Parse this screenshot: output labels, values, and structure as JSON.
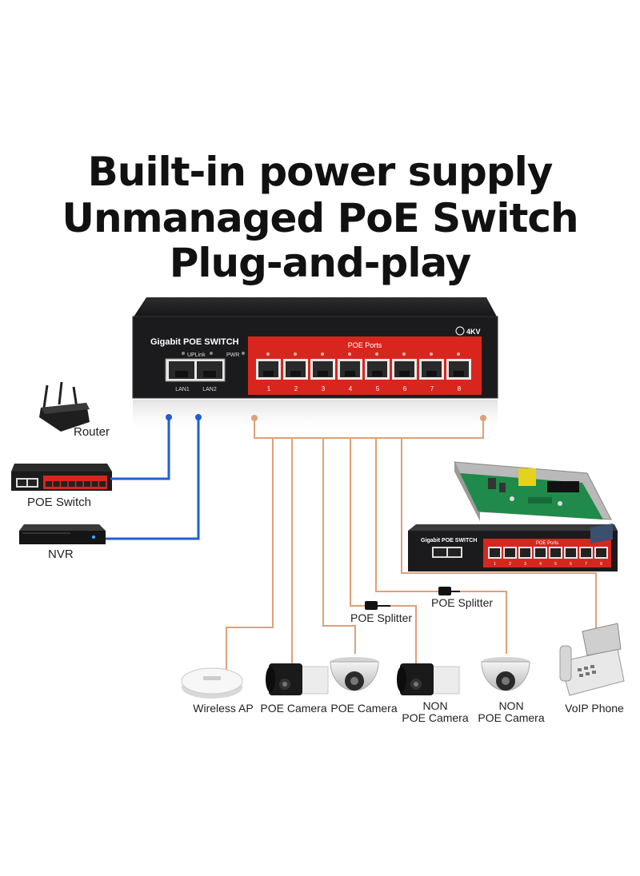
{
  "headline": {
    "line1": "Built-in power supply",
    "line2": "Unmanaged PoE Switch",
    "line3": "Plug-and-play"
  },
  "switch": {
    "brand": "Gigabit POE SWITCH",
    "surge": "4KV",
    "uplink_label": "UPLink",
    "pwr_label": "PWR",
    "poe_ports_label": "POE Ports",
    "lan_ports": [
      "LAN1",
      "LAN2"
    ],
    "poe_port_numbers": [
      "1",
      "2",
      "3",
      "4",
      "5",
      "6",
      "7",
      "8"
    ]
  },
  "left_devices": {
    "router": "Router",
    "poe_switch": "POE Switch",
    "nvr": "NVR"
  },
  "splitters": {
    "left": "POE Splitter",
    "right": "POE Splitter"
  },
  "end_devices": [
    {
      "line1": "",
      "line2": "Wireless AP"
    },
    {
      "line1": "",
      "line2": "POE Camera"
    },
    {
      "line1": "",
      "line2": "POE Camera"
    },
    {
      "line1": "NON",
      "line2": "POE Camera"
    },
    {
      "line1": "NON",
      "line2": "POE Camera"
    },
    {
      "line1": "",
      "line2": "VoIP Phone"
    }
  ],
  "colors": {
    "uplink_cable": "#1f5fd6",
    "poe_cable": "#e0a07a",
    "switch_body": "#1c1c1e",
    "poe_panel": "#d8261e"
  },
  "icons": [
    "router-icon",
    "poe-switch-icon",
    "nvr-icon",
    "splitter-icon",
    "access-point-icon",
    "bullet-camera-icon",
    "dome-camera-icon",
    "voip-phone-icon",
    "pcb-icon"
  ]
}
